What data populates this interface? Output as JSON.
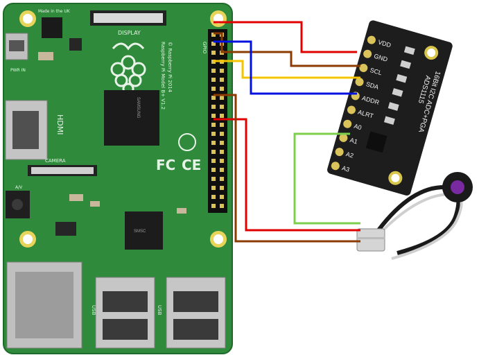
{
  "pi_board": {
    "model_label": "Raspberry Pi Model B+ V1.2",
    "copyright": "© Raspberry Pi 2014",
    "made_in": "Made in the UK",
    "display_label": "DISPLAY",
    "camera_label": "CAMERA",
    "hdmi_label": "HDMI",
    "gpio_label": "GPIO",
    "usb_label_1": "USB",
    "usb_label_2": "USB",
    "pwr_in_label": "PWR IN",
    "av_label": "A/V",
    "chip_top_label": "SAMSUNG",
    "chip_eth_label": "SMSC"
  },
  "adc_module": {
    "title_line_1": "16Bit I2C ADC+PGA",
    "title_line_2": "ADS1115",
    "pins_right": [
      "VDD",
      "GND",
      "SCL",
      "SDA",
      "ADDR",
      "ALRT",
      "A0",
      "A1",
      "A2",
      "A3"
    ]
  },
  "wires": [
    {
      "name": "VDD",
      "color": "#e00000"
    },
    {
      "name": "GND",
      "color": "#8b3a00"
    },
    {
      "name": "SCL",
      "color": "#f5c400"
    },
    {
      "name": "SDA",
      "color": "#0010e0"
    },
    {
      "name": "A0-signal",
      "color": "#7ccf4a"
    },
    {
      "name": "sensor-power",
      "color": "#e00000"
    },
    {
      "name": "sensor-ground",
      "color": "#8b3a00"
    }
  ],
  "sensor": {
    "type": "pulse sensor"
  }
}
